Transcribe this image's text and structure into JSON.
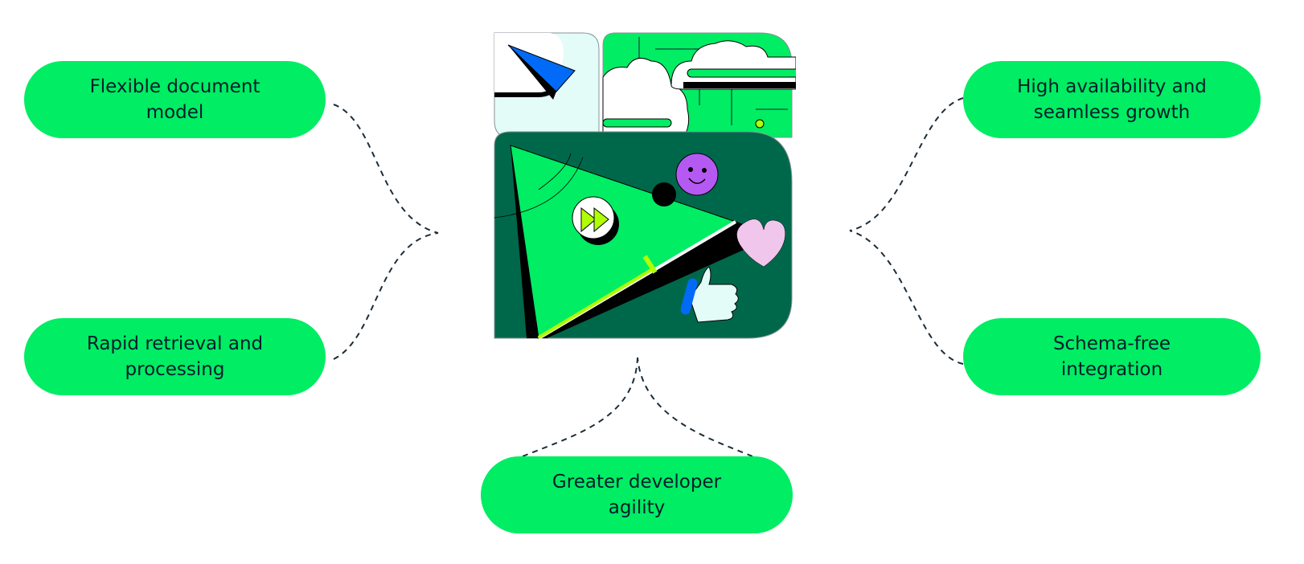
{
  "diagram": {
    "nodes": [
      {
        "id": "flexible",
        "lines": [
          "Flexible document",
          "model"
        ]
      },
      {
        "id": "rapid",
        "lines": [
          "Rapid retrieval and",
          "processing"
        ]
      },
      {
        "id": "high",
        "lines": [
          "High availability and",
          "seamless growth"
        ]
      },
      {
        "id": "schema",
        "lines": [
          "Schema-free",
          "integration"
        ]
      },
      {
        "id": "greater",
        "lines": [
          "Greater developer",
          "agility"
        ]
      }
    ],
    "colors": {
      "pill": "#00ed64",
      "text": "#001e2b",
      "connector": "#1c2d38",
      "panel_dark": "#00684a",
      "purple": "#b45af2",
      "pink": "#f1c6ec",
      "lime": "#b1ff05",
      "blue": "#016bf8",
      "mint": "#e3fcf7"
    },
    "central_illustration": "document-database-illustration"
  }
}
